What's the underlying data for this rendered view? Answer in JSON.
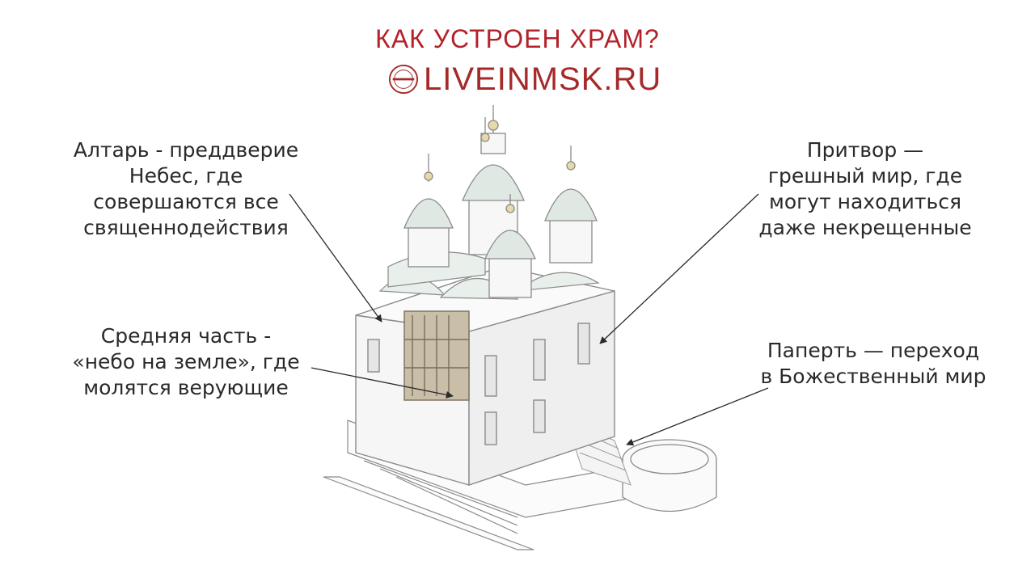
{
  "header": {
    "title": "КАК УСТРОЕН ХРАМ?",
    "brand": "LIVEINMSK.RU"
  },
  "labels": {
    "altar": [
      "Алтарь - преддверие",
      "Небес, где",
      "совершаются все",
      "священнодействия"
    ],
    "narthex": [
      "Притвор —",
      "грешный мир, где",
      "могут находиться",
      "даже некрещенные"
    ],
    "nave": [
      "Средняя часть -",
      "«небо на земле», где",
      "молятся верующие"
    ],
    "porch": [
      "Паперть — переход",
      "в Божественный мир"
    ]
  },
  "colors": {
    "title": "#b3222a",
    "brand": "#a52a2a",
    "line": "#2a2a2a",
    "dome": "#dfe8e2",
    "sketch": "#8a8a8a"
  }
}
